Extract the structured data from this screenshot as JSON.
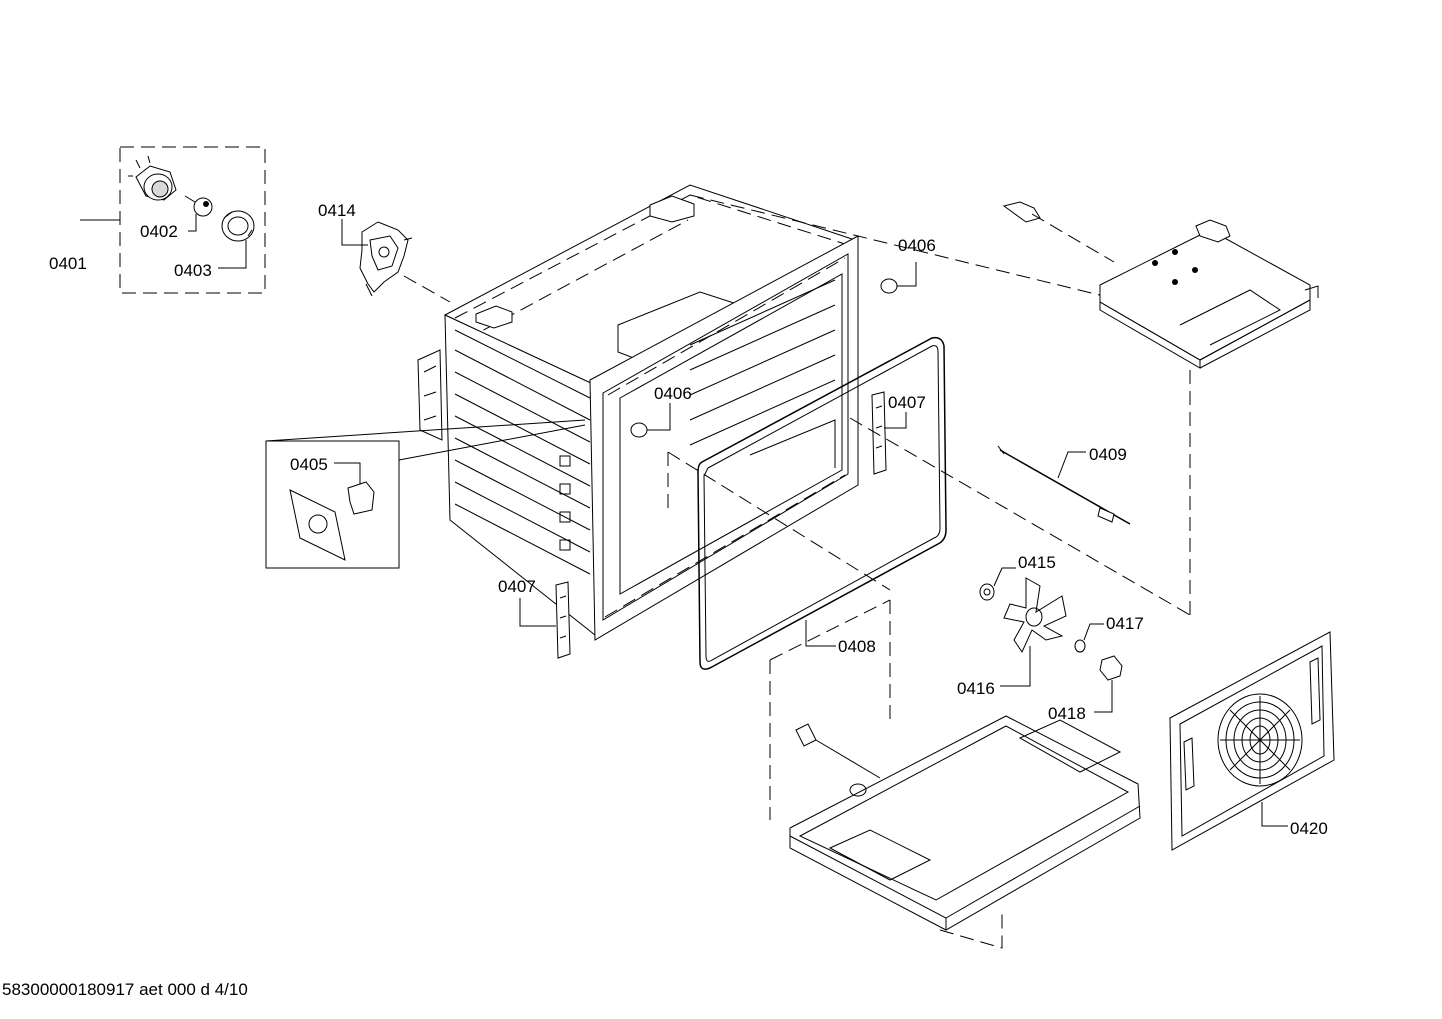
{
  "diagram": {
    "footer_text": "58300000180917 aet 000 d 4/10",
    "labels": {
      "p0401": "0401",
      "p0402": "0402",
      "p0403": "0403",
      "p0414": "0414",
      "p0406a": "0406",
      "p0406b": "0406",
      "p0405": "0405",
      "p0407a": "0407",
      "p0407b": "0407",
      "p0409": "0409",
      "p0408": "0408",
      "p0415": "0415",
      "p0416": "0416",
      "p0417": "0417",
      "p0418": "0418",
      "p0420": "0420"
    }
  }
}
